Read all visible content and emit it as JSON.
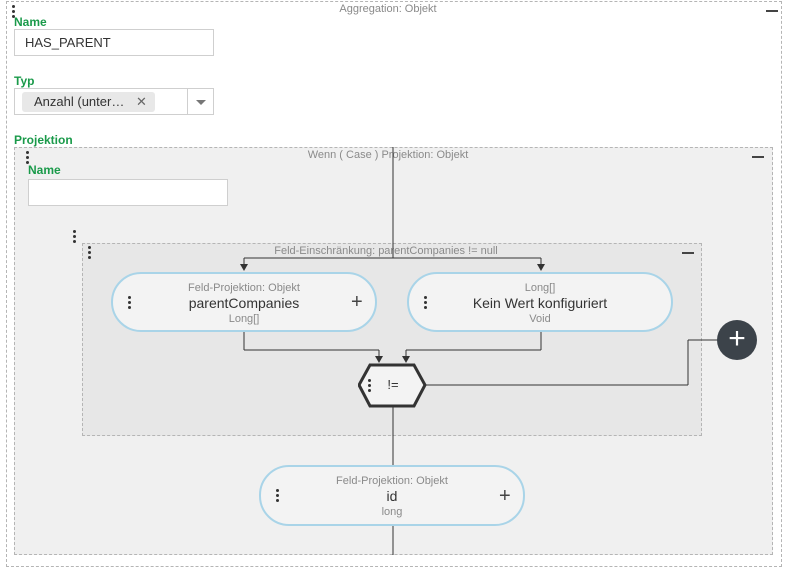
{
  "aggregation": {
    "caption": "Aggregation: Objekt",
    "name_label": "Name",
    "name_value": "HAS_PARENT",
    "type_label": "Typ",
    "type_chip": "Anzahl (unter…",
    "chip_remove": "✕",
    "projection_label": "Projektion"
  },
  "case_projection": {
    "caption": "Wenn ( Case ) Projektion: Objekt",
    "name_label": "Name",
    "name_value": ""
  },
  "constraint": {
    "caption": "Feld-Einschränkung: parentCompanies != null",
    "operator": "!="
  },
  "nodes": {
    "left": {
      "caption": "Feld-Projektion: Objekt",
      "title": "parentCompanies",
      "subtitle": "Long[]"
    },
    "right": {
      "caption": "Long[]",
      "title": "Kein Wert konfiguriert",
      "subtitle": "Void"
    },
    "bottom": {
      "caption": "Feld-Projektion: Objekt",
      "title": "id",
      "subtitle": "long"
    }
  },
  "icons": {
    "add": "+",
    "minus": "−"
  }
}
